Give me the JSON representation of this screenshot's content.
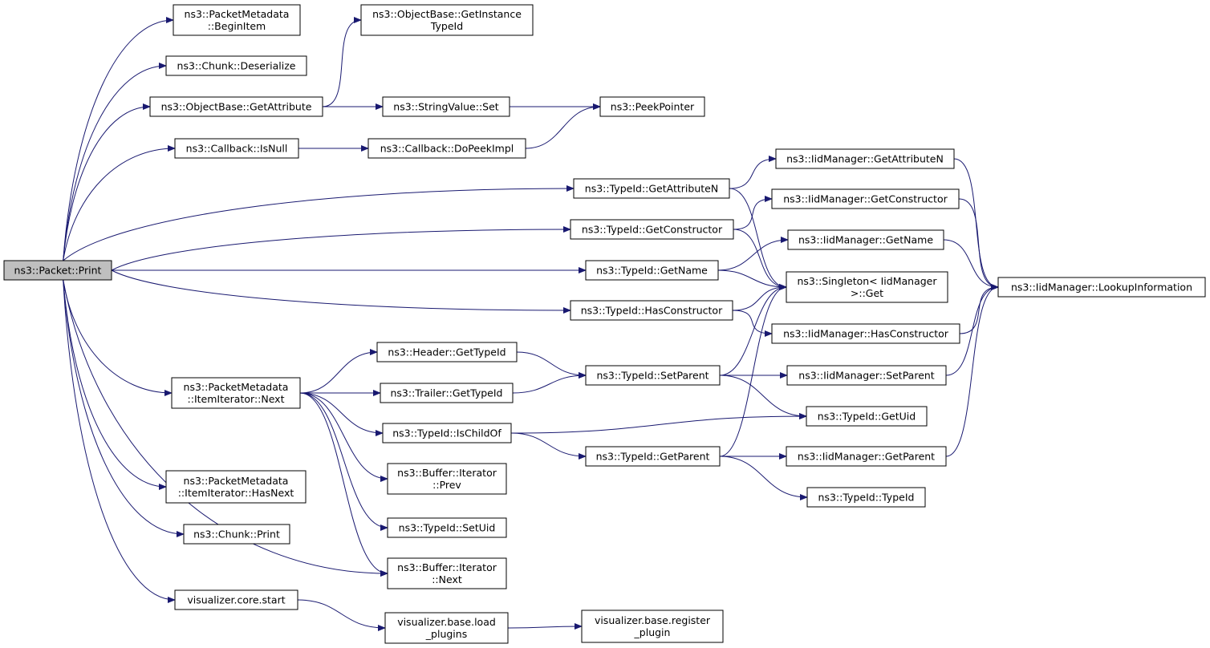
{
  "graph": {
    "colors": {
      "edge": "#191970",
      "node_border": "#000000",
      "root_fill": "#bfbfbf",
      "node_fill": "#ffffff"
    },
    "nodes": {
      "print": {
        "label": [
          "ns3::Packet::Print"
        ],
        "root": true
      },
      "begin_item": {
        "label": [
          "ns3::PacketMetadata",
          "::BeginItem"
        ]
      },
      "chunk_deserialize": {
        "label": [
          "ns3::Chunk::Deserialize"
        ]
      },
      "get_attribute": {
        "label": [
          "ns3::ObjectBase::GetAttribute"
        ]
      },
      "callback_isnull": {
        "label": [
          "ns3::Callback::IsNull"
        ]
      },
      "get_instance_typeid": {
        "label": [
          "ns3::ObjectBase::GetInstance",
          "TypeId"
        ]
      },
      "stringvalue_set": {
        "label": [
          "ns3::StringValue::Set"
        ]
      },
      "peek_pointer": {
        "label": [
          "ns3::PeekPointer"
        ]
      },
      "do_peek_impl": {
        "label": [
          "ns3::Callback::DoPeekImpl"
        ]
      },
      "typeid_get_attribute_n": {
        "label": [
          "ns3::TypeId::GetAttributeN"
        ]
      },
      "typeid_get_constructor": {
        "label": [
          "ns3::TypeId::GetConstructor"
        ]
      },
      "typeid_get_name": {
        "label": [
          "ns3::TypeId::GetName"
        ]
      },
      "typeid_has_constructor": {
        "label": [
          "ns3::TypeId::HasConstructor"
        ]
      },
      "iid_get_attribute_n": {
        "label": [
          "ns3::IidManager::GetAttributeN"
        ]
      },
      "iid_get_constructor": {
        "label": [
          "ns3::IidManager::GetConstructor"
        ]
      },
      "iid_get_name": {
        "label": [
          "ns3::IidManager::GetName"
        ]
      },
      "singleton_get": {
        "label": [
          "ns3::Singleton< IidManager",
          ">::Get"
        ]
      },
      "iid_has_constructor": {
        "label": [
          "ns3::IidManager::HasConstructor"
        ]
      },
      "iid_lookup": {
        "label": [
          "ns3::IidManager::LookupInformation"
        ]
      },
      "item_iter_next": {
        "label": [
          "ns3::PacketMetadata",
          "::ItemIterator::Next"
        ]
      },
      "header_get_typeid": {
        "label": [
          "ns3::Header::GetTypeId"
        ]
      },
      "trailer_get_typeid": {
        "label": [
          "ns3::Trailer::GetTypeId"
        ]
      },
      "typeid_is_child_of": {
        "label": [
          "ns3::TypeId::IsChildOf"
        ]
      },
      "buffer_iter_prev": {
        "label": [
          "ns3::Buffer::Iterator",
          "::Prev"
        ]
      },
      "typeid_set_uid": {
        "label": [
          "ns3::TypeId::SetUid"
        ]
      },
      "buffer_iter_next": {
        "label": [
          "ns3::Buffer::Iterator",
          "::Next"
        ]
      },
      "typeid_set_parent": {
        "label": [
          "ns3::TypeId::SetParent"
        ]
      },
      "typeid_get_parent": {
        "label": [
          "ns3::TypeId::GetParent"
        ]
      },
      "iid_set_parent": {
        "label": [
          "ns3::IidManager::SetParent"
        ]
      },
      "typeid_get_uid": {
        "label": [
          "ns3::TypeId::GetUid"
        ]
      },
      "iid_get_parent": {
        "label": [
          "ns3::IidManager::GetParent"
        ]
      },
      "typeid_typeid": {
        "label": [
          "ns3::TypeId::TypeId"
        ]
      },
      "item_iter_has_next": {
        "label": [
          "ns3::PacketMetadata",
          "::ItemIterator::HasNext"
        ]
      },
      "chunk_print": {
        "label": [
          "ns3::Chunk::Print"
        ]
      },
      "vis_core_start": {
        "label": [
          "visualizer.core.start"
        ]
      },
      "vis_load_plugins": {
        "label": [
          "visualizer.base.load",
          "_plugins"
        ]
      },
      "vis_register_plugin": {
        "label": [
          "visualizer.base.register",
          "_plugin"
        ]
      }
    },
    "edges": [
      [
        "print",
        "begin_item"
      ],
      [
        "print",
        "chunk_deserialize"
      ],
      [
        "print",
        "get_attribute"
      ],
      [
        "print",
        "callback_isnull"
      ],
      [
        "print",
        "typeid_get_attribute_n"
      ],
      [
        "print",
        "typeid_get_constructor"
      ],
      [
        "print",
        "typeid_get_name"
      ],
      [
        "print",
        "typeid_has_constructor"
      ],
      [
        "print",
        "item_iter_next"
      ],
      [
        "print",
        "item_iter_has_next"
      ],
      [
        "print",
        "chunk_print"
      ],
      [
        "print",
        "buffer_iter_next"
      ],
      [
        "print",
        "vis_core_start"
      ],
      [
        "get_attribute",
        "get_instance_typeid"
      ],
      [
        "get_attribute",
        "stringvalue_set"
      ],
      [
        "get_attribute",
        "peek_pointer"
      ],
      [
        "callback_isnull",
        "do_peek_impl"
      ],
      [
        "do_peek_impl",
        "peek_pointer"
      ],
      [
        "typeid_get_attribute_n",
        "iid_get_attribute_n"
      ],
      [
        "typeid_get_attribute_n",
        "singleton_get"
      ],
      [
        "typeid_get_constructor",
        "iid_get_constructor"
      ],
      [
        "typeid_get_constructor",
        "singleton_get"
      ],
      [
        "typeid_get_name",
        "iid_get_name"
      ],
      [
        "typeid_get_name",
        "singleton_get"
      ],
      [
        "typeid_has_constructor",
        "singleton_get"
      ],
      [
        "typeid_has_constructor",
        "iid_has_constructor"
      ],
      [
        "iid_get_attribute_n",
        "iid_lookup"
      ],
      [
        "iid_get_constructor",
        "iid_lookup"
      ],
      [
        "iid_get_name",
        "iid_lookup"
      ],
      [
        "iid_has_constructor",
        "iid_lookup"
      ],
      [
        "iid_set_parent",
        "iid_lookup"
      ],
      [
        "iid_get_parent",
        "iid_lookup"
      ],
      [
        "item_iter_next",
        "header_get_typeid"
      ],
      [
        "item_iter_next",
        "trailer_get_typeid"
      ],
      [
        "item_iter_next",
        "typeid_is_child_of"
      ],
      [
        "item_iter_next",
        "buffer_iter_prev"
      ],
      [
        "item_iter_next",
        "typeid_set_uid"
      ],
      [
        "item_iter_next",
        "buffer_iter_next"
      ],
      [
        "header_get_typeid",
        "typeid_set_parent"
      ],
      [
        "trailer_get_typeid",
        "typeid_set_parent"
      ],
      [
        "typeid_is_child_of",
        "typeid_get_uid"
      ],
      [
        "typeid_is_child_of",
        "typeid_get_parent"
      ],
      [
        "typeid_set_parent",
        "singleton_get"
      ],
      [
        "typeid_set_parent",
        "iid_set_parent"
      ],
      [
        "typeid_set_parent",
        "typeid_get_uid"
      ],
      [
        "typeid_get_parent",
        "singleton_get"
      ],
      [
        "typeid_get_parent",
        "iid_get_parent"
      ],
      [
        "typeid_get_parent",
        "typeid_typeid"
      ],
      [
        "vis_core_start",
        "vis_load_plugins"
      ],
      [
        "vis_load_plugins",
        "vis_register_plugin"
      ]
    ]
  }
}
